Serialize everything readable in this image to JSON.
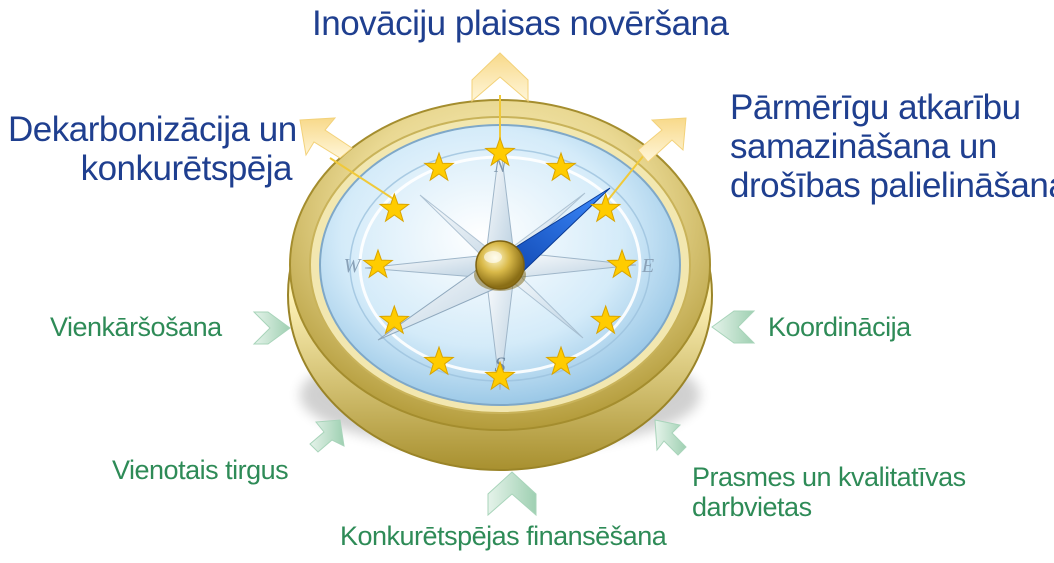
{
  "pillars": {
    "top": "Inovāciju plaisas novēršana",
    "left_1": "Dekarbonizācija un",
    "left_2": "konkurētspēja",
    "right_1": "Pārmērīgu atkarību",
    "right_2": "samazināšana un",
    "right_3": "drošības palielināšana"
  },
  "enablers": {
    "vienkarsosana": "Vienkāršošana",
    "koordinacija": "Koordinācija",
    "vienotais_tirgus": "Vienotais tirgus",
    "prasmes_1": "Prasmes un kvalitatīvas",
    "prasmes_2": "darbvietas",
    "finansesana": "Konkurētspējas finansēšana"
  },
  "compass": {
    "letters": {
      "north": "N",
      "south": "S",
      "east": "E",
      "west": "W"
    },
    "star_count": 12
  },
  "colors": {
    "pillar_text": "#1f3f8f",
    "enabler_text": "#2e8b57",
    "star": "#ffcc00",
    "needle": "#1a5fd6",
    "rim": "#d9c46a",
    "dial": "#bfe0f5",
    "up_arrow": "#fbe4a3",
    "in_arrow": "#c8e6d5"
  }
}
